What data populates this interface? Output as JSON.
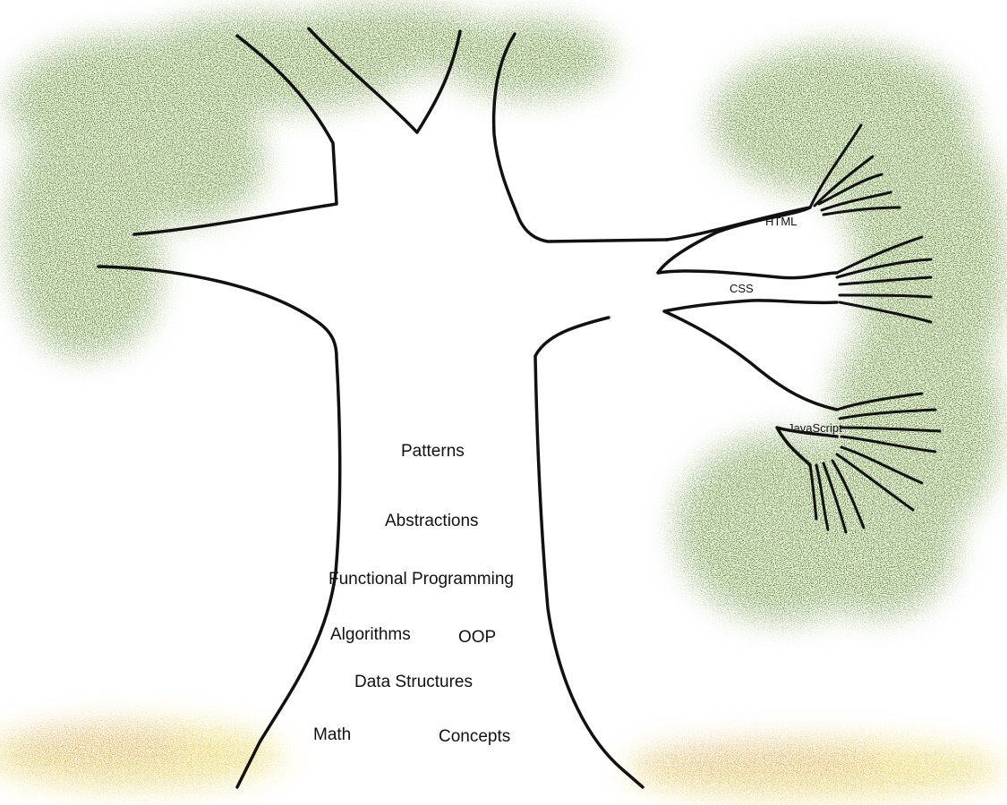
{
  "colors": {
    "foliage": "#4a7d10",
    "foliage_dark": "#3f6e0c",
    "ground_yellow": "#f2d21a",
    "ground_orange": "#e08a1c",
    "outline": "#111111",
    "background": "#ffffff"
  },
  "trunk": {
    "labels": {
      "patterns": "Patterns",
      "abstractions": "Abstractions",
      "functional_programming": "Functional Programming",
      "algorithms": "Algorithms",
      "oop": "OOP",
      "data_structures": "Data Structures",
      "math": "Math",
      "concepts": "Concepts"
    }
  },
  "branches": {
    "html": "HTML",
    "css": "CSS",
    "javascript": "JavaScript"
  }
}
